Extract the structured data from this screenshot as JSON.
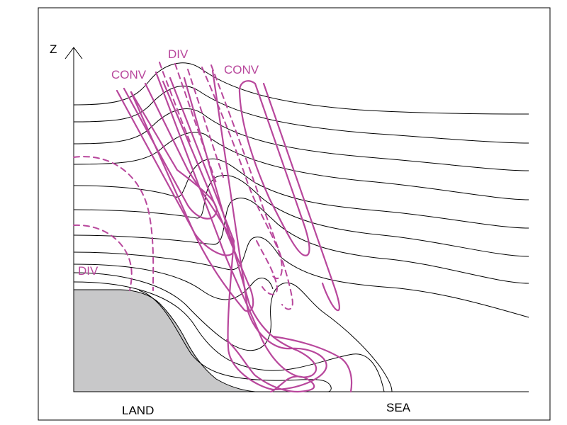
{
  "labels": {
    "z_axis": "Z",
    "land": "LAND",
    "sea": "SEA",
    "div_top": "DIV",
    "conv_left": "CONV",
    "conv_right": "CONV",
    "div_left": "DIV"
  },
  "colors": {
    "divergence_convergence": "#b8479c",
    "terrain": "#c8c8c9",
    "contours": "#000000"
  }
}
